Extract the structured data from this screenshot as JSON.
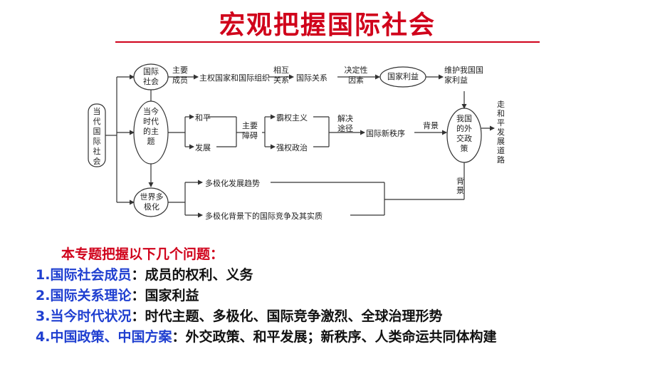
{
  "slide": {
    "title": "宏观把握国际社会"
  },
  "diagram": {
    "root": "当代国际社会",
    "nodes": {
      "intl_society": "国际社会",
      "era": "当今时代的主题",
      "multipolar": "世界多极化",
      "national_interest": "国家利益",
      "foreign_policy": "我国的外交政策"
    },
    "labels": {
      "main_members": "主要成员",
      "sovereign_orgs": "主权国家和国际组织",
      "mutual": "相互关系",
      "intl_relations": "国际关系",
      "decisive_factor": "决定性因素",
      "safeguard": "维护我国国家利益",
      "peace": "和平",
      "development": "发展",
      "main_obstacle": "主要障碍",
      "hegemonism": "霸权主义",
      "power_politics": "强权政治",
      "solution_path": "解决途径",
      "new_order": "国际新秩序",
      "background": "背景",
      "background_2": "背景",
      "multipolar_trend": "多极化发展趋势",
      "competition": "多极化背景下的国际竞争及其实质",
      "road": "走和平发展道路"
    }
  },
  "questions": {
    "heading": "本专题把握以下几个问题：",
    "items": [
      {
        "num": "1.",
        "key": "国际社会成员",
        "sep": "：",
        "val": "成员的权利、义务"
      },
      {
        "num": "2.",
        "key": "国际关系理论",
        "sep": "：",
        "val": "国家利益"
      },
      {
        "num": "3.",
        "key": "当今时代状况",
        "sep": "：",
        "val": "时代主题、多极化、国际竞争激烈、全球治理形势"
      },
      {
        "num": "4.",
        "key": "中国政策、中国方案",
        "sep": "：",
        "val": "外交政策、和平发展；新秩序、人类命运共同体构建"
      }
    ]
  },
  "colors": {
    "title": "#d0021b",
    "heading": "#d0021b",
    "key": "#1f3fd0",
    "body": "#111111"
  }
}
